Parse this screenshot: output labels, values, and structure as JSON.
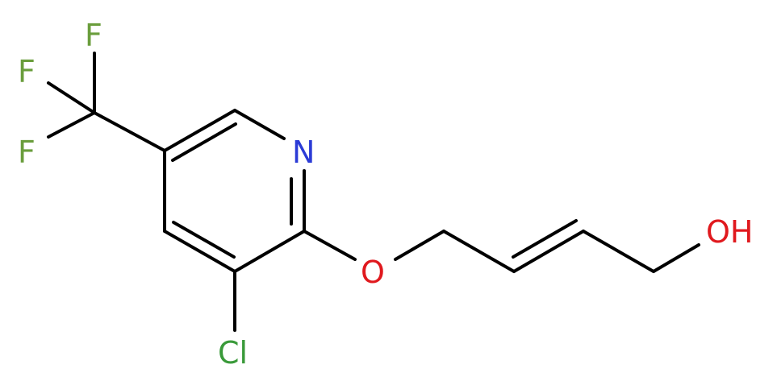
{
  "atoms": {
    "f_top": "F",
    "f_left1": "F",
    "f_left2": "F",
    "n": "N",
    "cl": "Cl",
    "o_ether": "O",
    "oh": "OH"
  },
  "colors": {
    "bond": "#000000",
    "fluorine": "#6a9d3c",
    "nitrogen": "#2b3bd6",
    "chlorine": "#3a9a3a",
    "oxygen": "#e0191e"
  }
}
